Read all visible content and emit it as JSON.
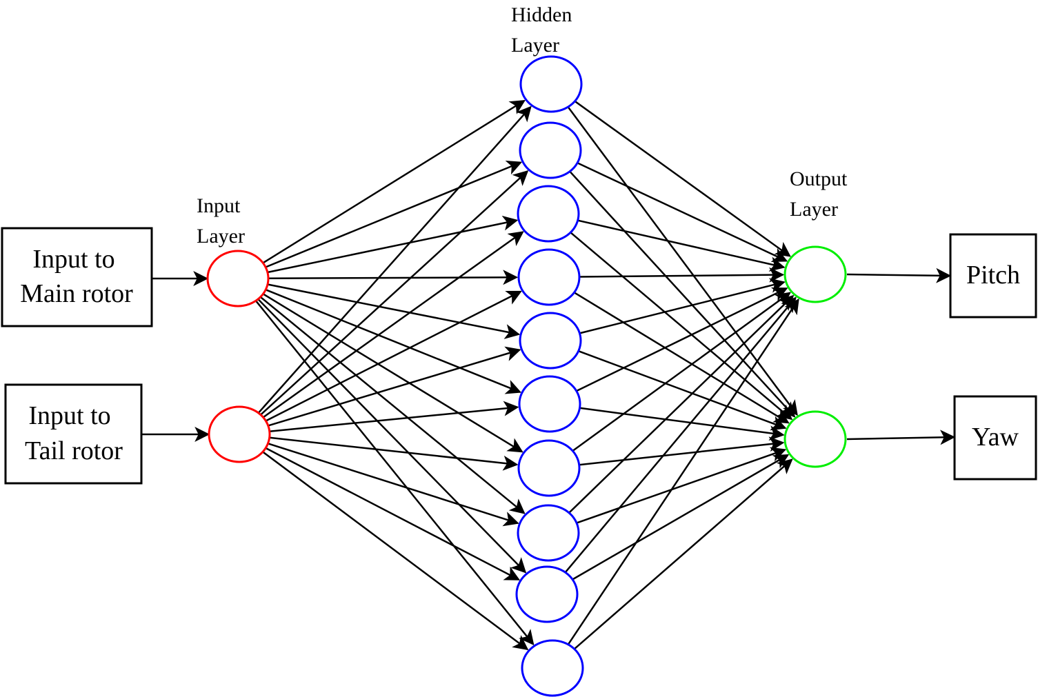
{
  "input_boxes": [
    {
      "line1": "Input to",
      "line2": "Main rotor"
    },
    {
      "line1": "Input to",
      "line2": "Tail rotor"
    }
  ],
  "output_boxes": [
    {
      "label": "Pitch"
    },
    {
      "label": "Yaw"
    }
  ],
  "layer_labels": {
    "input": {
      "line1": "Input",
      "line2": "Layer"
    },
    "hidden": {
      "line1": "Hidden",
      "line2": "Layer"
    },
    "output": {
      "line1": "Output",
      "line2": "Layer"
    }
  },
  "network": {
    "input_nodes": 2,
    "hidden_nodes": 10,
    "output_nodes": 2,
    "fully_connected": true
  },
  "colors": {
    "input_node": "#ff0000",
    "hidden_node": "#0000ff",
    "output_node": "#00ee00",
    "edge": "#000000",
    "box": "#000000"
  }
}
